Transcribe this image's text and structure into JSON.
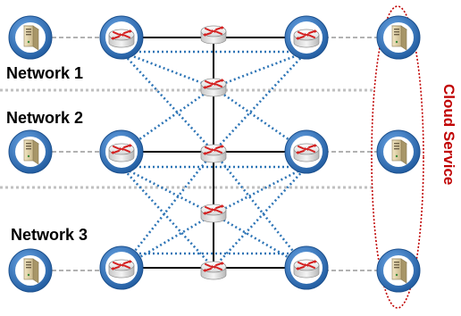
{
  "labels": {
    "network_1": "Network 1",
    "network_2": "Network 2",
    "network_3": "Network 3",
    "cloud_service": "Cloud Service"
  },
  "colors": {
    "cloud": "#c00000",
    "dotted_link": "#2e75b6",
    "separator": "#c0c0c0",
    "access_link": "#999999",
    "core_link": "#000000",
    "node_ring": "#2f6fb5",
    "router_arrow": "#d42020"
  },
  "icons": {
    "server": "server-icon",
    "router": "router-icon"
  }
}
